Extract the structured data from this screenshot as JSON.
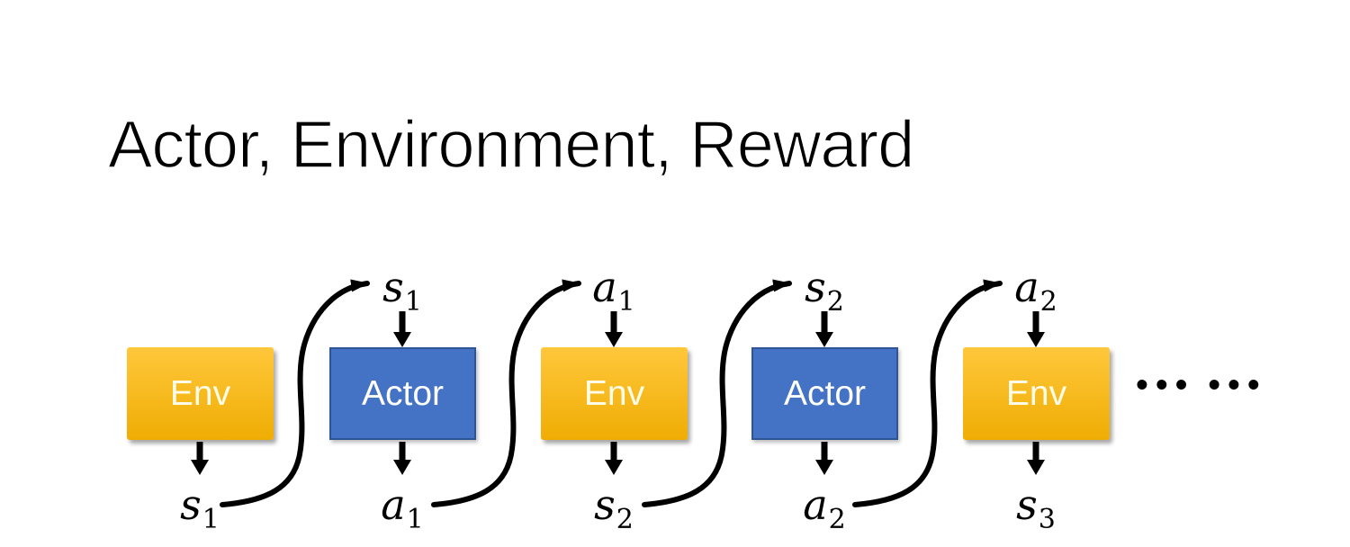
{
  "title": "Actor, Environment, Reward",
  "ellipsis": "••• •••",
  "colors": {
    "env_gradient_top": "#FFC73B",
    "env_gradient_bottom": "#EFAD04",
    "actor_fill": "#4472C4",
    "actor_border": "#2F5597",
    "arrow": "#000000",
    "box_text": "#FFFFFF",
    "title_text": "#000000"
  },
  "nodes": [
    {
      "label": "Env",
      "type": "env",
      "bottom_label": {
        "base": "s",
        "sub": "1"
      }
    },
    {
      "label": "Actor",
      "type": "actor",
      "top_label": {
        "base": "s",
        "sub": "1"
      },
      "bottom_label": {
        "base": "a",
        "sub": "1"
      }
    },
    {
      "label": "Env",
      "type": "env",
      "top_label": {
        "base": "a",
        "sub": "1"
      },
      "bottom_label": {
        "base": "s",
        "sub": "2"
      }
    },
    {
      "label": "Actor",
      "type": "actor",
      "top_label": {
        "base": "s",
        "sub": "2"
      },
      "bottom_label": {
        "base": "a",
        "sub": "2"
      }
    },
    {
      "label": "Env",
      "type": "env",
      "top_label": {
        "base": "a",
        "sub": "2"
      },
      "bottom_label": {
        "base": "s",
        "sub": "3"
      }
    }
  ],
  "connections": [
    {
      "from": "Env 1 output s1",
      "to": "Actor 1 input s1"
    },
    {
      "from": "Actor 1 output a1",
      "to": "Env 2 input a1"
    },
    {
      "from": "Env 2 output s2",
      "to": "Actor 2 input s2"
    },
    {
      "from": "Actor 2 output a2",
      "to": "Env 3 input a2"
    }
  ]
}
